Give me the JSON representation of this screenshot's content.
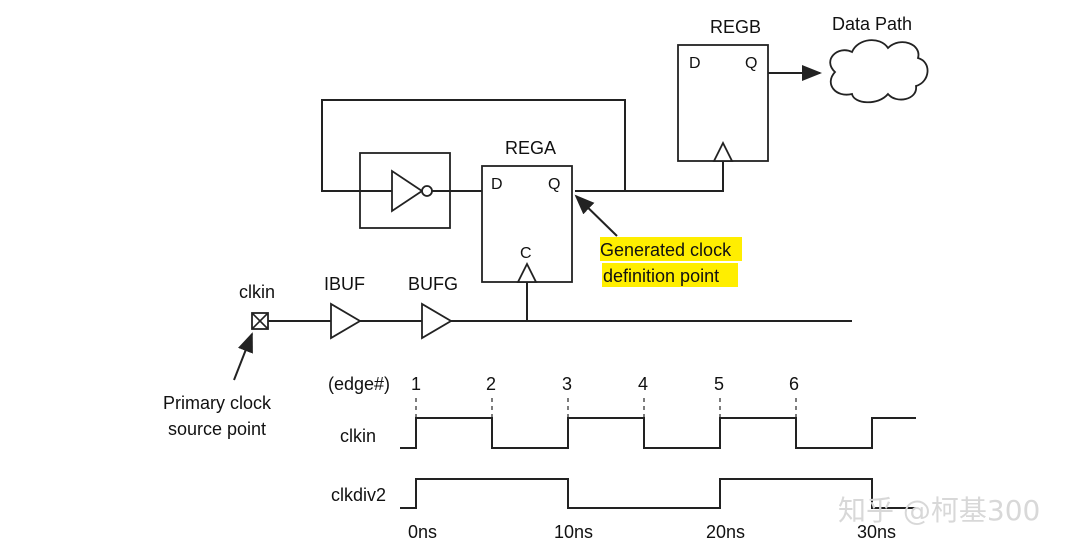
{
  "labels": {
    "rega": "REGA",
    "regb": "REGB",
    "data_path": "Data Path",
    "ibuf": "IBUF",
    "bufg": "BUFG",
    "clkin_port": "clkin",
    "pin_d": "D",
    "pin_q": "Q",
    "pin_c": "C",
    "generated_line1": "Generated clock",
    "generated_line2": "definition point",
    "primary_line1": "Primary clock",
    "primary_line2": "source point"
  },
  "timing": {
    "edge_label": "(edge#)",
    "edges": [
      "1",
      "2",
      "3",
      "4",
      "5",
      "6"
    ],
    "signals": [
      "clkin",
      "clkdiv2"
    ],
    "time_labels": [
      "0ns",
      "10ns",
      "20ns",
      "30ns"
    ]
  },
  "colors": {
    "highlight": "#ffee00",
    "line": "#222222"
  },
  "watermark": "知乎 @柯基300"
}
